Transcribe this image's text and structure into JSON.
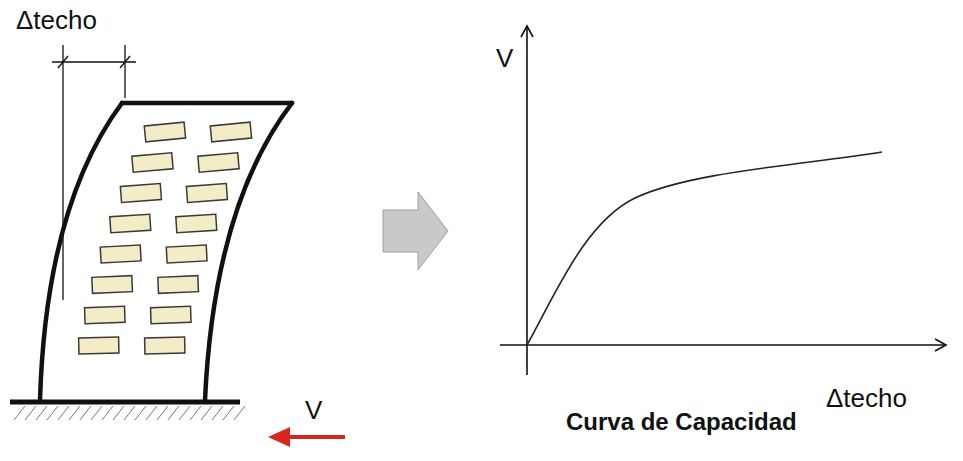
{
  "diagram": {
    "labels": [
      "Δtecho",
      "V",
      "V",
      "Δtecho",
      "Curva de Capacidad"
    ]
  }
}
